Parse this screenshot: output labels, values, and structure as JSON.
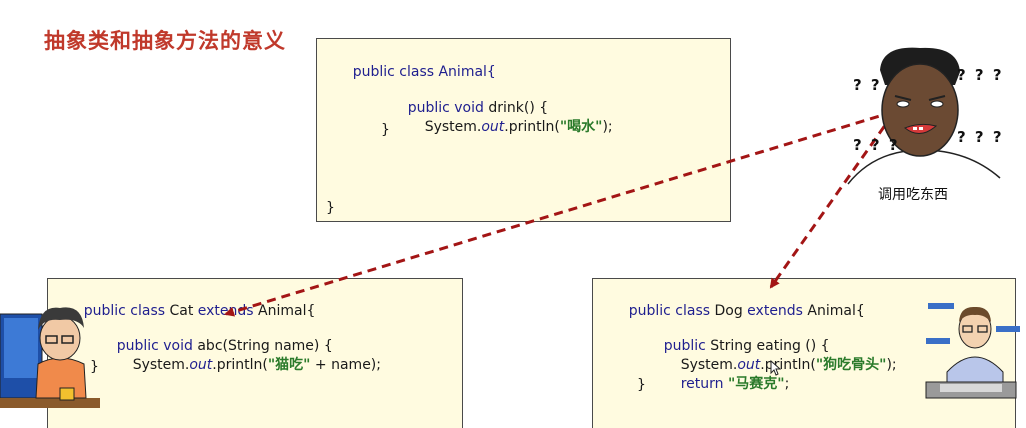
{
  "slide": {
    "title": "抽象类和抽象方法的意义"
  },
  "animal_box": {
    "line1": "public class Animal{",
    "m_kw": "public void",
    "m_name": " drink() {",
    "sys": "System.",
    "out": "out",
    "println_open": ".println(",
    "str": "\"喝水\"",
    "println_close": ");",
    "brace_inner": "}",
    "brace_outer": "}"
  },
  "cat_box": {
    "kw_public_class": "public class",
    "cls_name": " Cat ",
    "kw_extends": "extends",
    "parent": " Animal{",
    "m_kw": "public void",
    "m_name": " abc(String name) {",
    "sys": "System.",
    "out": "out",
    "println_open": ".println(",
    "str": "\"猫吃\"",
    "concat": " + name);",
    "brace_inner": "}"
  },
  "dog_box": {
    "kw_public_class": "public class",
    "cls_name": " Dog ",
    "kw_extends": "extends",
    "parent": " Animal{",
    "m_kw": "public",
    "m_name": " String eating () {",
    "sys": "System.",
    "out": "out",
    "println_open": ".println(",
    "str": "\"狗吃骨头\"",
    "println_close": ");",
    "kw_return": "return",
    "ret_str": "\"马赛克\"",
    "semi": ";",
    "brace_inner": "}"
  },
  "caller": {
    "label": "调用吃东西",
    "q1": "? ?",
    "q2": "? ? ?",
    "q3": "? ? ?",
    "q4": "? ? ?"
  },
  "colors": {
    "title": "#c0392b",
    "arrow": "#a31515",
    "box_bg": "#fffbe0",
    "keyword": "#1f1f8f",
    "string": "#2a7a2a"
  }
}
